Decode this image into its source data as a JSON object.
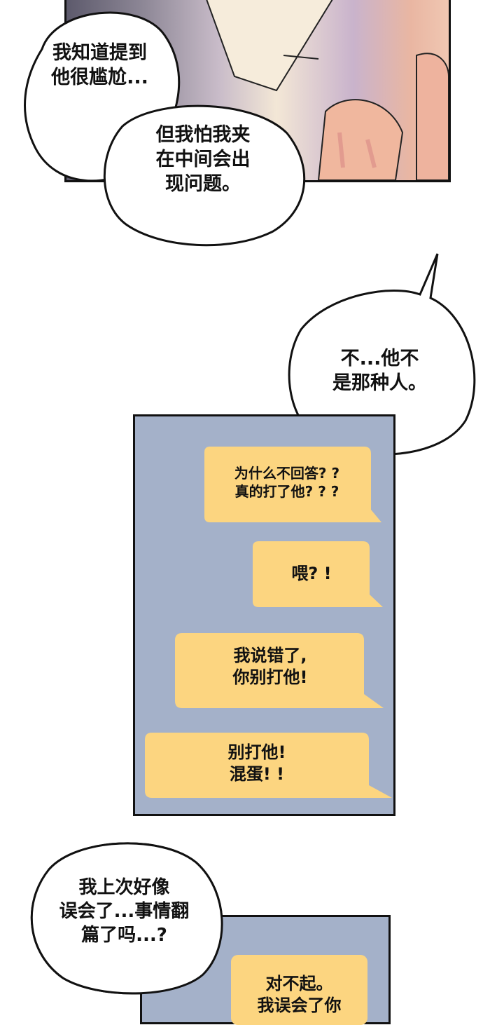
{
  "colors": {
    "phone_screen": "#a4b1c9",
    "message_bubble": "#fcd580",
    "outline": "#111111"
  },
  "speech_bubbles": [
    {
      "text": "我知道提到\n他很尴尬..."
    },
    {
      "text": "但我怕我夹\n在中间会出\n现问题。"
    },
    {
      "text": "不...他不\n是那种人。"
    },
    {
      "text": "我上次好像\n误会了...事情翻\n篇了吗...?"
    }
  ],
  "phone_1": {
    "messages": [
      {
        "text": "为什么不回答? ?\n真的打了他? ? ?"
      },
      {
        "text": "喂? !"
      },
      {
        "text": "我说错了,\n你别打他!"
      },
      {
        "text": "别打他!\n混蛋! !"
      }
    ]
  },
  "phone_2": {
    "messages": [
      {
        "text": "对不起。\n我误会了你"
      }
    ]
  }
}
